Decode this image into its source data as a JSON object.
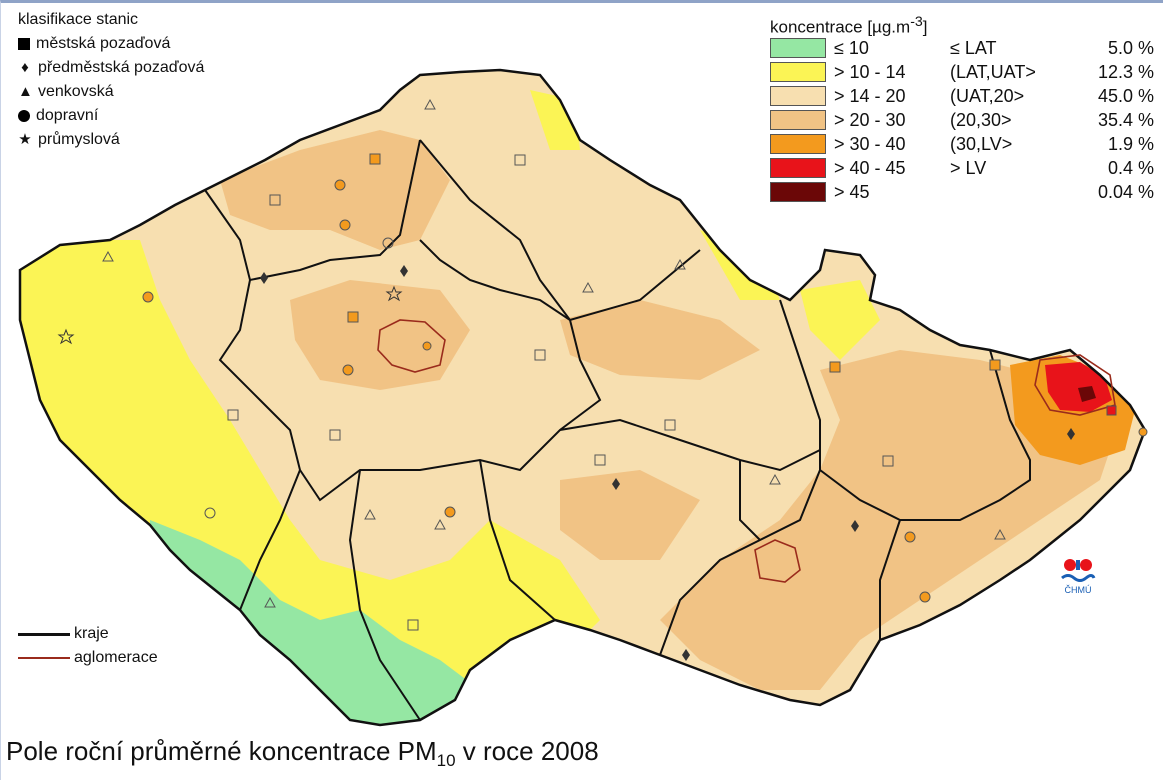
{
  "station_legend": {
    "title": "klasifikace stanic",
    "items": [
      {
        "symbol": "square",
        "label": "městská pozaďová"
      },
      {
        "symbol": "diamond",
        "label": "předměstská pozaďová"
      },
      {
        "symbol": "triangle",
        "label": "venkovská"
      },
      {
        "symbol": "circle",
        "label": "dopravní"
      },
      {
        "symbol": "star",
        "label": "průmyslová"
      }
    ]
  },
  "concentration_legend": {
    "title": "koncentrace [µg.m",
    "title_sup": "-3",
    "title_end": "]",
    "classes": [
      {
        "range": "≤ 10",
        "class": "≤ LAT",
        "percent": "5.0 %",
        "color": "#95e7a3"
      },
      {
        "range": "> 10 - 14",
        "class": "(LAT,UAT>",
        "percent": "12.3 %",
        "color": "#fbf455"
      },
      {
        "range": "> 14 - 20",
        "class": "(UAT,20>",
        "percent": "45.0 %",
        "color": "#f7dfb0"
      },
      {
        "range": "> 20 - 30",
        "class": "(20,30>",
        "percent": "35.4 %",
        "color": "#f1c385"
      },
      {
        "range": "> 30 - 40",
        "class": "(30,LV>",
        "percent": "1.9 %",
        "color": "#f39a1e"
      },
      {
        "range": "> 40 - 45",
        "class": "> LV",
        "percent": "0.4 %",
        "color": "#e8131a"
      },
      {
        "range": "> 45",
        "class": "",
        "percent": "0.04 %",
        "color": "#6b0707"
      }
    ]
  },
  "line_legend": [
    {
      "label": "kraje",
      "color": "#111111"
    },
    {
      "label": "aglomerace",
      "color": "#9a2b1c"
    }
  ],
  "logo": {
    "label": "ČHMÚ"
  },
  "caption": {
    "prefix": "Pole roční průměrné koncentrace PM",
    "sub": "10",
    "suffix": " v roce 2008"
  },
  "colors": {
    "lat": "#95e7a3",
    "uat": "#fbf455",
    "c20": "#f7dfb0",
    "c30": "#f1c385",
    "lv": "#f39a1e",
    "over_lv": "#e8131a",
    "over45": "#6b0707",
    "kraje": "#111111",
    "aglomerace": "#9a2b1c"
  }
}
